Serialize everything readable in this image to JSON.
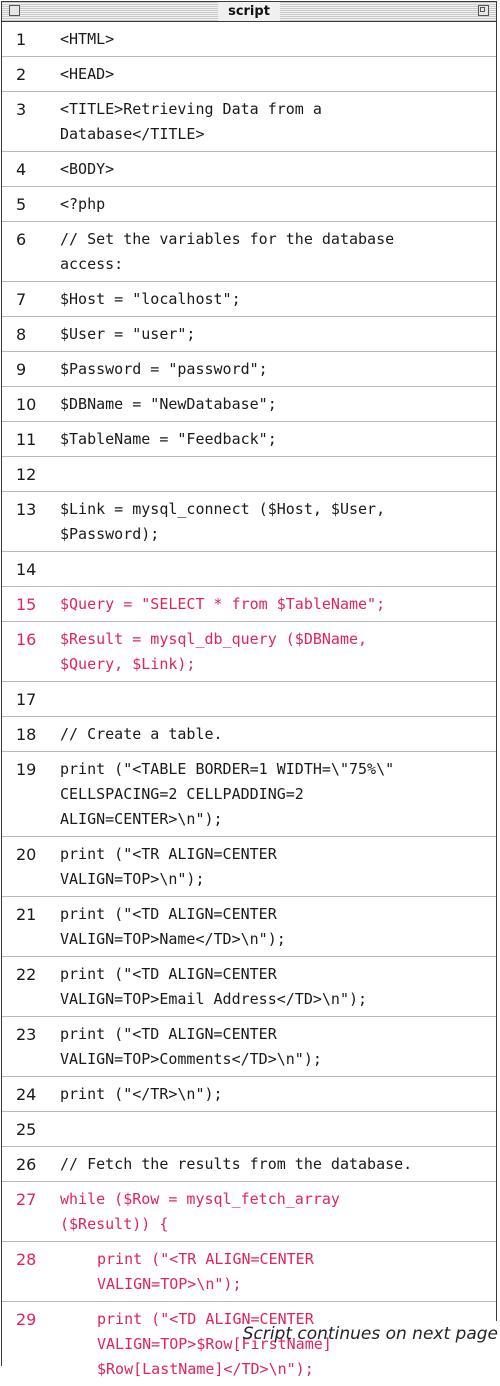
{
  "window": {
    "title": "script"
  },
  "lines": [
    {
      "n": "1",
      "text": "<HTML>"
    },
    {
      "n": "2",
      "text": "<HEAD>"
    },
    {
      "n": "3",
      "text": "<TITLE>Retrieving Data from a\nDatabase</TITLE>"
    },
    {
      "n": "4",
      "text": "<BODY>"
    },
    {
      "n": "5",
      "text": "<?php"
    },
    {
      "n": "6",
      "text": "// Set the variables for the database\naccess:"
    },
    {
      "n": "7",
      "text": "$Host = \"localhost\";"
    },
    {
      "n": "8",
      "text": "$User = \"user\";"
    },
    {
      "n": "9",
      "text": "$Password = \"password\";"
    },
    {
      "n": "10",
      "text": "$DBName = \"NewDatabase\";"
    },
    {
      "n": "11",
      "text": "$TableName = \"Feedback\";"
    },
    {
      "n": "12",
      "text": ""
    },
    {
      "n": "13",
      "text": "$Link = mysql_connect ($Host, $User,\n$Password);"
    },
    {
      "n": "14",
      "text": ""
    },
    {
      "n": "15",
      "text": "$Query = \"SELECT * from $TableName\";"
    },
    {
      "n": "16",
      "text": "$Result = mysql_db_query ($DBName,\n$Query, $Link);"
    },
    {
      "n": "17",
      "text": ""
    },
    {
      "n": "18",
      "text": "// Create a table."
    },
    {
      "n": "19",
      "text": "print (\"<TABLE BORDER=1 WIDTH=\\\"75%\\\"\nCELLSPACING=2 CELLPADDING=2\nALIGN=CENTER>\\n\");"
    },
    {
      "n": "20",
      "text": "print (\"<TR ALIGN=CENTER\nVALIGN=TOP>\\n\");"
    },
    {
      "n": "21",
      "text": "print (\"<TD ALIGN=CENTER\nVALIGN=TOP>Name</TD>\\n\");"
    },
    {
      "n": "22",
      "text": "print (\"<TD ALIGN=CENTER\nVALIGN=TOP>Email Address</TD>\\n\");"
    },
    {
      "n": "23",
      "text": "print (\"<TD ALIGN=CENTER\nVALIGN=TOP>Comments</TD>\\n\");"
    },
    {
      "n": "24",
      "text": "print (\"</TR>\\n\");"
    },
    {
      "n": "25",
      "text": ""
    },
    {
      "n": "26",
      "text": "// Fetch the results from the database."
    },
    {
      "n": "27",
      "text": "while ($Row = mysql_fetch_array\n($Result)) {"
    },
    {
      "n": "28",
      "text": "print (\"<TR ALIGN=CENTER\nVALIGN=TOP>\\n\");"
    },
    {
      "n": "29",
      "text": "print (\"<TD ALIGN=CENTER\nVALIGN=TOP>$Row[FirstName]\n$Row[LastName]</TD>\\n\");"
    }
  ],
  "footer": {
    "text": "Script continues on next page"
  },
  "colors": {
    "highlight": "#e0245c",
    "text": "#1a1a1a"
  }
}
